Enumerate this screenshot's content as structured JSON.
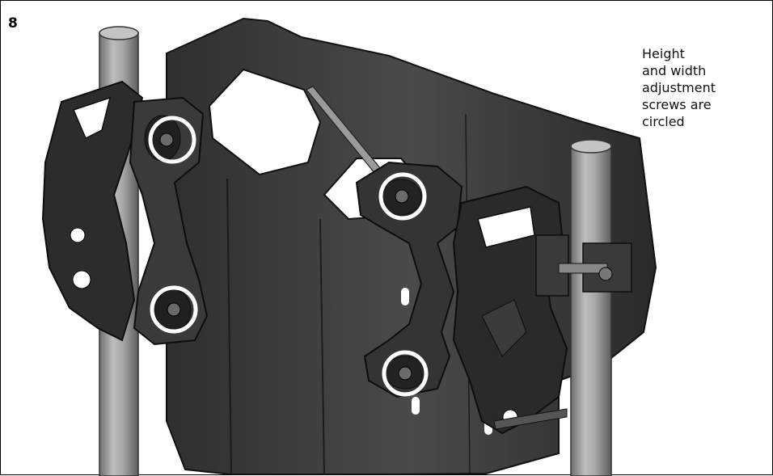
{
  "figure": {
    "step_number": "8",
    "caption_lines": [
      "Height",
      "and width",
      "adjustment",
      "screws are",
      "circled"
    ],
    "highlight_color": "#ffffff"
  }
}
